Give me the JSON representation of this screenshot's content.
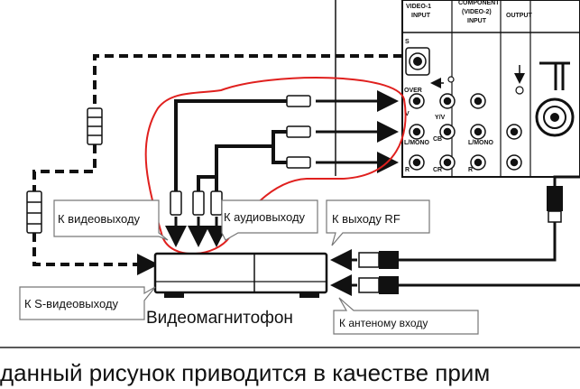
{
  "panel": {
    "video1_input": [
      "VIDEO-1",
      "INPUT"
    ],
    "component_input": [
      "COMPONENT",
      "(VIDEO-2)",
      "INPUT"
    ],
    "output": "OUTPUT",
    "s_label": "S",
    "jack_labels": {
      "over": "OVER",
      "v": "V",
      "yv": "Y/V",
      "lmono_1": "L/MONO",
      "lmono_2": "L/MONO",
      "r_1": "R",
      "cb": "CB",
      "cr": "CR",
      "r_2": "R"
    }
  },
  "labels": {
    "to_video_out": "К видеовыходу",
    "to_audio_out": "К аудиовыходу",
    "to_rf_out": "К выходу RF",
    "to_s_video_out": "К S-видеовыходу",
    "vcr": "Видеомагнитофон",
    "to_antenna_in": "К антеному входу"
  },
  "caption": "данный рисунок приводится в качестве прим",
  "colors": {
    "highlight": "#e0201e",
    "line": "#111111"
  }
}
